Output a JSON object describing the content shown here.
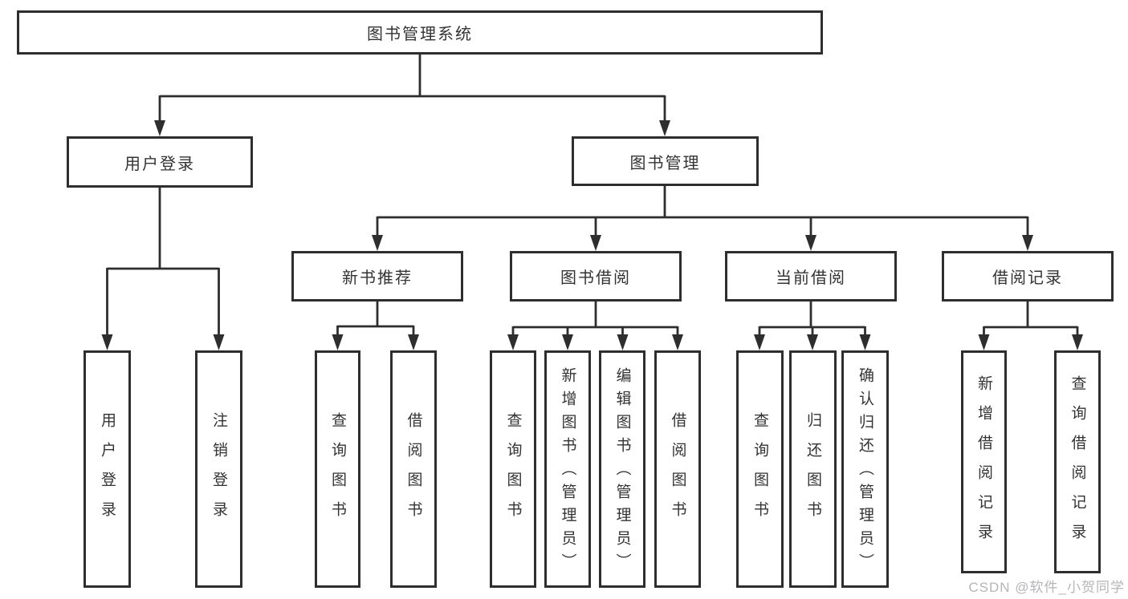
{
  "diagram": {
    "root_label": "图书管理系统",
    "login": {
      "label": "用户登录",
      "children": [
        "用户登录",
        "注销登录"
      ]
    },
    "management": {
      "label": "图书管理"
    },
    "groups": [
      {
        "label": "新书推荐",
        "children": [
          "查询图书",
          "借阅图书"
        ]
      },
      {
        "label": "图书借阅",
        "children": [
          "查询图书",
          "新增图书（管理员）",
          "编辑图书（管理员）",
          "借阅图书"
        ]
      },
      {
        "label": "当前借阅",
        "children": [
          "查询图书",
          "归还图书",
          "确认归还（管理员）"
        ]
      },
      {
        "label": "借阅记录",
        "children": [
          "新增借阅记录",
          "查询借阅记录"
        ]
      }
    ]
  },
  "watermark": {
    "text": "CSDN @软件_小贺同学"
  },
  "colors": {
    "line": "#2e2e2e",
    "text": "#333333",
    "background": "#ffffff",
    "watermark": "#b5b5ba"
  }
}
